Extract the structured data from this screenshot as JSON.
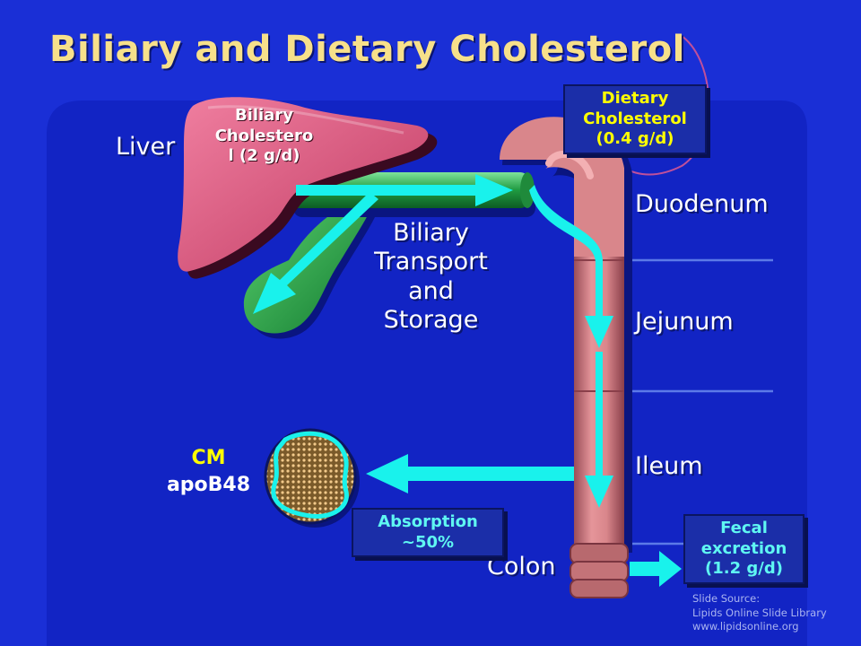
{
  "title": "Biliary and Dietary Cholesterol",
  "labels": {
    "liver": "Liver",
    "biliary_cholesterol": [
      "Biliary",
      "Cholestero",
      "l (2 g/d)"
    ],
    "dietary_cholesterol": [
      "Dietary",
      "Cholesterol",
      "(0.4 g/d)"
    ],
    "biliary_transport": [
      "Biliary",
      "Transport",
      "and",
      "Storage"
    ],
    "duodenum": "Duodenum",
    "jejunum": "Jejunum",
    "ileum": "Ileum",
    "colon": "Colon",
    "cm": "CM",
    "apob48": "apoB48",
    "absorption": [
      "Absorption",
      "~50%"
    ],
    "fecal_excretion": [
      "Fecal",
      "excretion",
      "(1.2 g/d)"
    ]
  },
  "source": [
    "Slide Source:",
    "Lipids Online Slide Library",
    "www.lipidsonline.org"
  ],
  "colors": {
    "background": "#1a2fd6",
    "panel": "#1224c4",
    "title": "#f7e08a",
    "liver": "#e0557a",
    "gallbladder": "#2aa84a",
    "intestine": "#d98486",
    "arrow": "#19f2ec",
    "box_text_yellow": "#ffff00",
    "box_text_cyan": "#5ff7f2"
  }
}
